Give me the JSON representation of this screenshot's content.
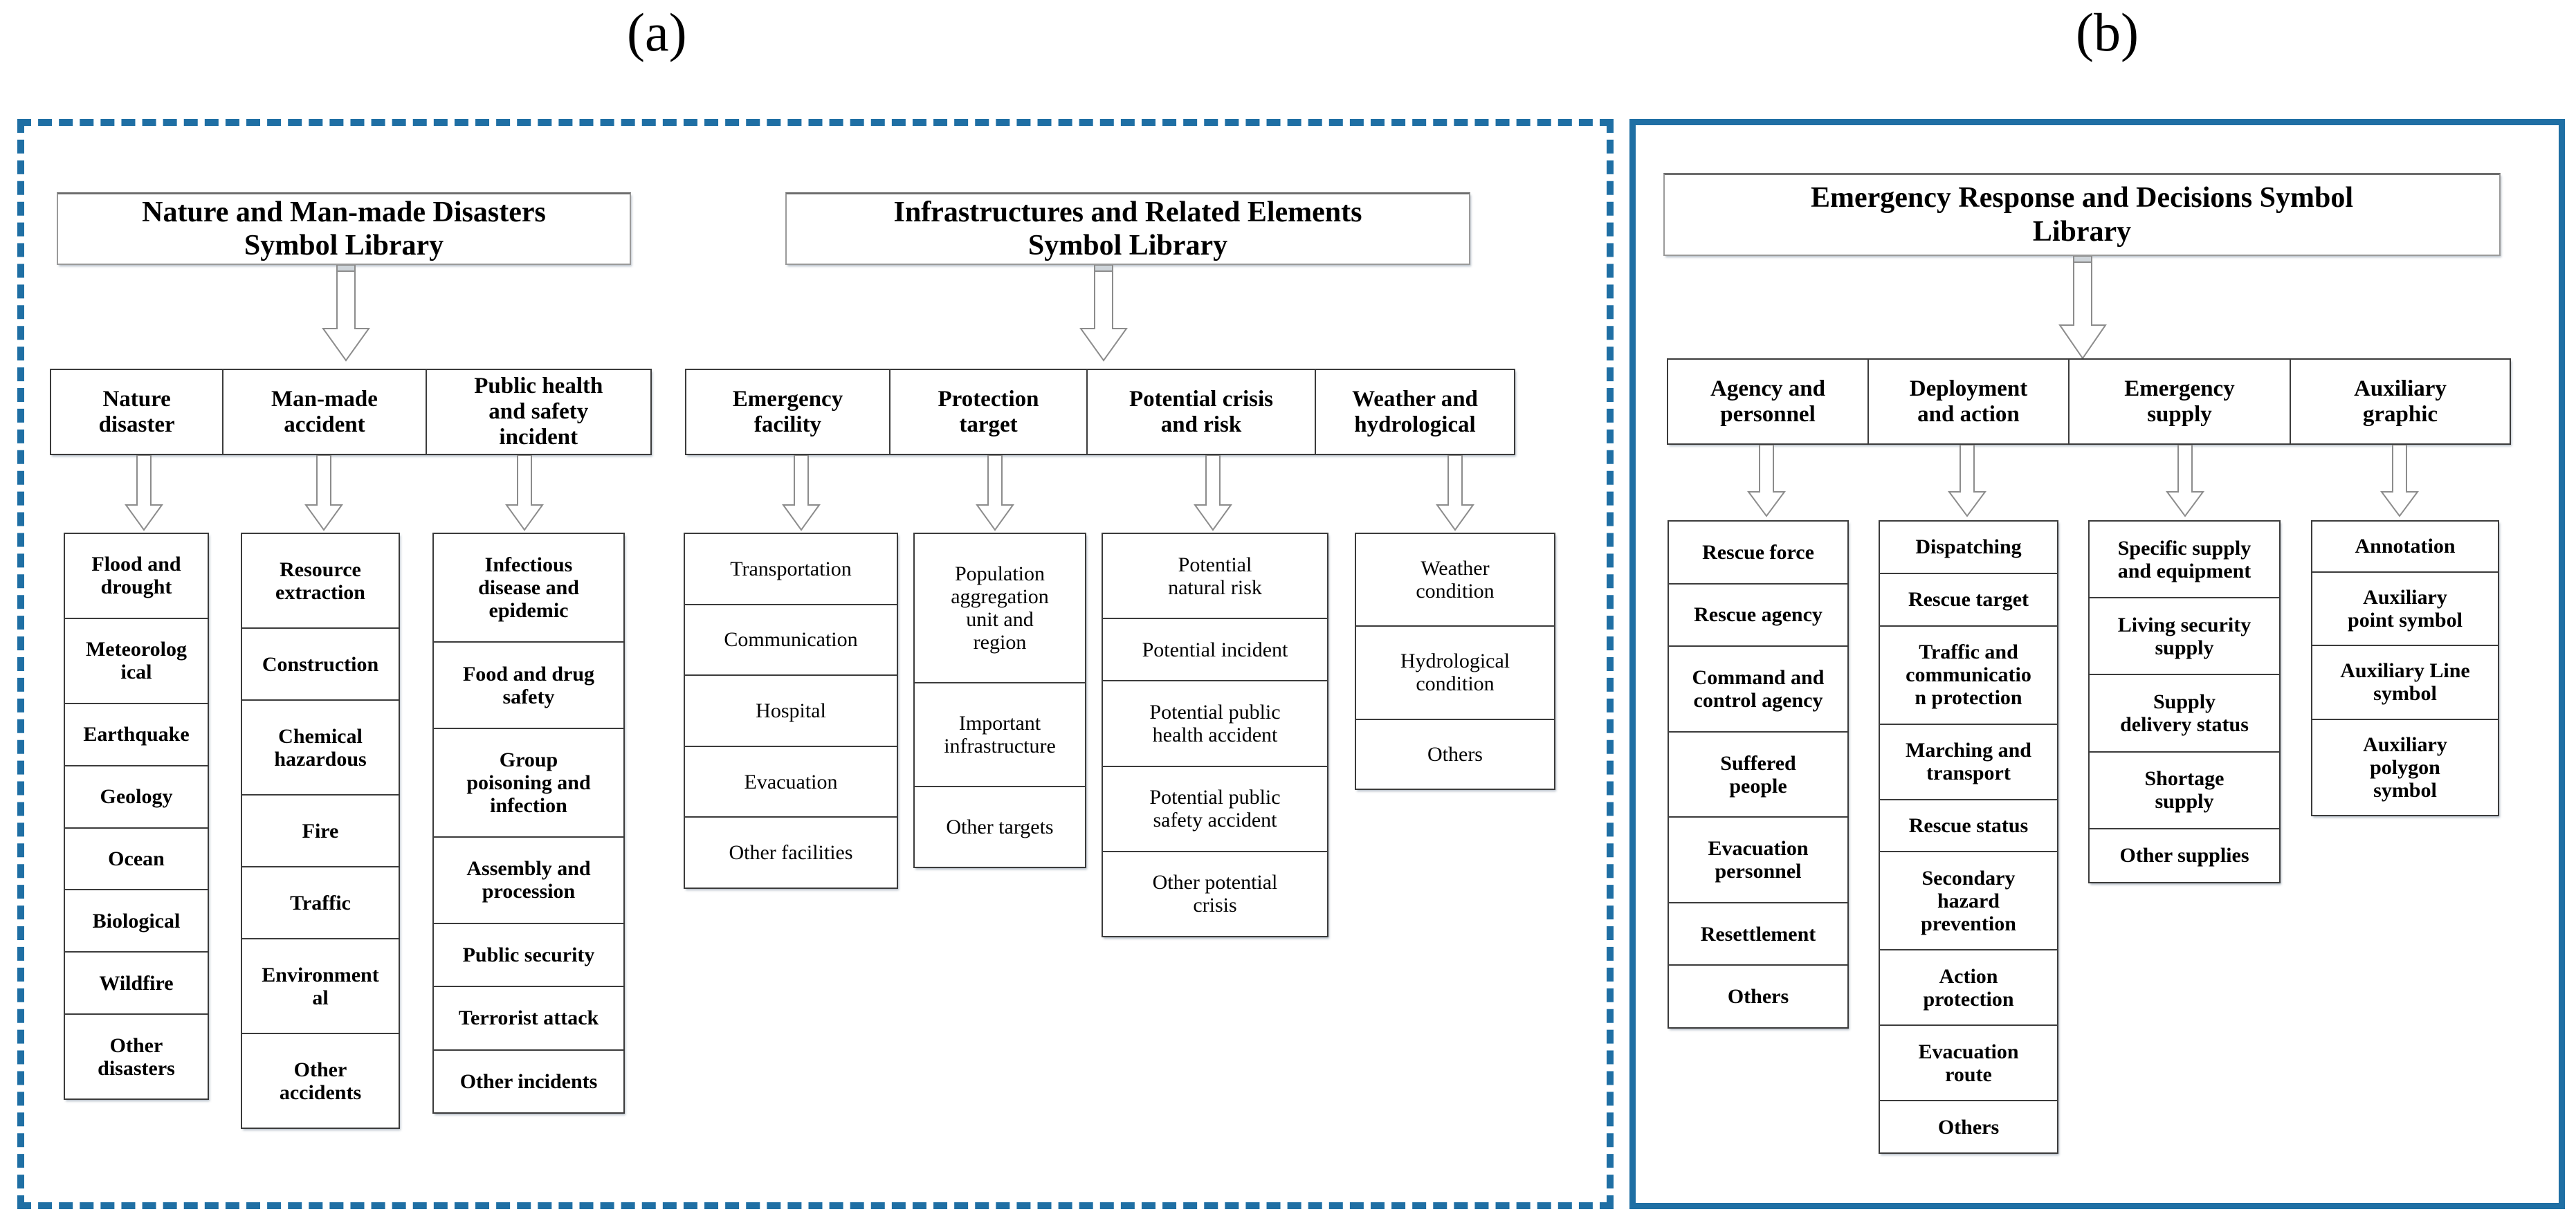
{
  "figure": {
    "panel_a_label": "(a)",
    "panel_b_label": "(b)",
    "accent_color": "#1f6FA4",
    "box_border_color": "#3b3b3b"
  },
  "chart_data": {
    "type": "diagram",
    "title": "Emergency symbol library classification hierarchy",
    "panels": [
      {
        "label": "(a)",
        "border_style": "dashed",
        "groups": [
          {
            "title": "Nature and Man-made Disasters Symbol Library",
            "categories": [
              {
                "name": "Nature disaster",
                "items": [
                  "Flood and drought",
                  "Meteorological",
                  "Earthquake",
                  "Geology",
                  "Ocean",
                  "Biological",
                  "Wildfire",
                  "Other disasters"
                ]
              },
              {
                "name": "Man-made accident",
                "items": [
                  "Resource extraction",
                  "Construction",
                  "Chemical hazardous",
                  "Fire",
                  "Traffic",
                  "Environmental",
                  "Other accidents"
                ]
              },
              {
                "name": "Public health and safety incident",
                "items": [
                  "Infectious disease and epidemic",
                  "Food and drug safety",
                  "Group poisoning and infection",
                  "Assembly and procession",
                  "Public security",
                  "Terrorist attack",
                  "Other incidents"
                ]
              }
            ]
          },
          {
            "title": "Infrastructures and Related Elements Symbol Library",
            "categories": [
              {
                "name": "Emergency facility",
                "items": [
                  "Transportation",
                  "Communication",
                  "Hospital",
                  "Evacuation",
                  "Other facilities"
                ]
              },
              {
                "name": "Protection target",
                "items": [
                  "Population aggregation unit and region",
                  "Important infrastructure",
                  "Other targets"
                ]
              },
              {
                "name": "Potential crisis and risk",
                "items": [
                  "Potential natural  risk",
                  "Potential incident",
                  "Potential public health accident",
                  "Potential public safety accident",
                  "Other potential crisis"
                ]
              },
              {
                "name": "Weather and hydrological",
                "items": [
                  "Weather condition",
                  "Hydrological condition",
                  "Others"
                ]
              }
            ]
          }
        ]
      },
      {
        "label": "(b)",
        "border_style": "solid",
        "groups": [
          {
            "title": "Emergency Response and Decisions Symbol Library",
            "categories": [
              {
                "name": "Agency and personnel",
                "items": [
                  "Rescue force",
                  "Rescue agency",
                  "Command and control agency",
                  "Suffered people",
                  "Evacuation personnel",
                  "Resettlement",
                  "Others"
                ]
              },
              {
                "name": "Deployment and action",
                "items": [
                  "Dispatching",
                  "Rescue target",
                  "Traffic and communication protection",
                  "Marching and transport",
                  "Rescue status",
                  "Secondary hazard prevention",
                  "Action protection",
                  "Evacuation route",
                  "Others"
                ]
              },
              {
                "name": "Emergency supply",
                "items": [
                  "Specific supply and equipment",
                  "Living security supply",
                  "Supply delivery status",
                  "Shortage supply",
                  "Other supplies"
                ]
              },
              {
                "name": "Auxiliary graphic",
                "items": [
                  "Annotation",
                  "Auxiliary point symbol",
                  "Auxiliary  Line symbol",
                  "Auxiliary polygon symbol"
                ]
              }
            ]
          }
        ]
      }
    ]
  },
  "a": {
    "g1": {
      "title": "Nature and Man-made Disasters\nSymbol Library",
      "cats": [
        "Nature\ndisaster",
        "Man-made\naccident",
        "Public health\nand safety\nincident"
      ],
      "col0": [
        "Flood and\ndrought",
        "Meteorolog\nical",
        "Earthquake",
        "Geology",
        "Ocean",
        "Biological",
        "Wildfire",
        "Other\ndisasters"
      ],
      "col1": [
        "Resource\nextraction",
        "Construction",
        "Chemical\nhazardous",
        "Fire",
        "Traffic",
        "Environment\nal",
        "Other\naccidents"
      ],
      "col2": [
        "Infectious\ndisease and\nepidemic",
        "Food and drug\nsafety",
        "Group\npoisoning and\ninfection",
        "Assembly and\nprocession",
        "Public security",
        "Terrorist attack",
        "Other incidents"
      ]
    },
    "g2": {
      "title": "Infrastructures and Related Elements\nSymbol Library",
      "cats": [
        "Emergency\nfacility",
        "Protection\ntarget",
        "Potential crisis\nand risk",
        "Weather and\nhydrological"
      ],
      "col0": [
        "Transportation",
        "Communication",
        "Hospital",
        "Evacuation",
        "Other facilities"
      ],
      "col1": [
        "Population\naggregation\nunit and\nregion",
        "Important\ninfrastructure",
        "Other targets"
      ],
      "col2": [
        "Potential\nnatural  risk",
        "Potential incident",
        "Potential public\nhealth accident",
        "Potential public\nsafety accident",
        "Other potential\ncrisis"
      ],
      "col3": [
        "Weather\ncondition",
        "Hydrological\ncondition",
        "Others"
      ]
    }
  },
  "b": {
    "g1": {
      "title": "Emergency Response and Decisions Symbol\nLibrary",
      "cats": [
        "Agency and\npersonnel",
        "Deployment\nand action",
        "Emergency\nsupply",
        "Auxiliary\ngraphic"
      ],
      "col0": [
        "Rescue force",
        "Rescue agency",
        "Command and\ncontrol agency",
        "Suffered\npeople",
        "Evacuation\npersonnel",
        "Resettlement",
        "Others"
      ],
      "col1": [
        "Dispatching",
        "Rescue target",
        "Traffic and\ncommunicatio\nn protection",
        "Marching and\ntransport",
        "Rescue status",
        "Secondary\nhazard\nprevention",
        "Action\nprotection",
        "Evacuation\nroute",
        "Others"
      ],
      "col2": [
        "Specific supply\nand equipment",
        "Living security\nsupply",
        "Supply\ndelivery status",
        "Shortage\nsupply",
        "Other supplies"
      ],
      "col3": [
        "Annotation",
        "Auxiliary\npoint symbol",
        "Auxiliary  Line\nsymbol",
        "Auxiliary\npolygon\nsymbol"
      ]
    }
  }
}
